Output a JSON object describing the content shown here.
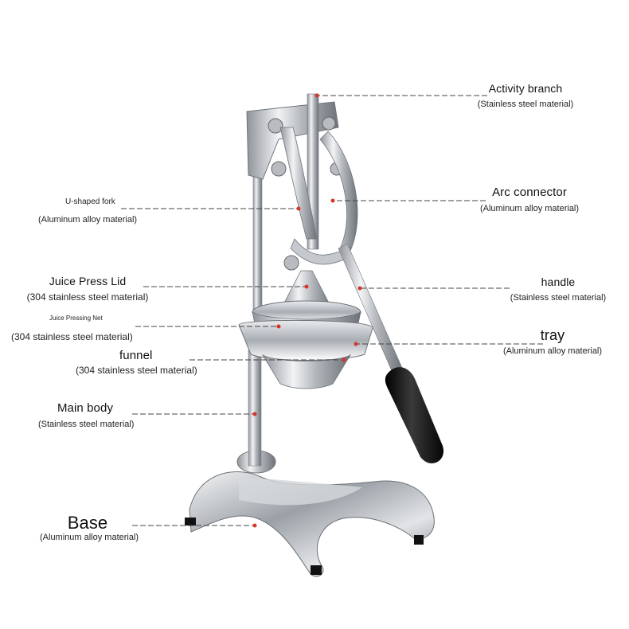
{
  "parts": [
    {
      "id": "activity-branch",
      "name": "Activity branch",
      "material": "(Stainless steel material)"
    },
    {
      "id": "u-shaped-fork",
      "name": "U-shaped fork",
      "material": "(Aluminum alloy material)"
    },
    {
      "id": "arc-connector",
      "name": "Arc connector",
      "material": "(Aluminum alloy material)"
    },
    {
      "id": "juice-press-lid",
      "name": "Juice Press Lid",
      "material": "(304 stainless steel material)"
    },
    {
      "id": "handle",
      "name": "handle",
      "material": "(Stainless steel material)"
    },
    {
      "id": "juice-pressing-net",
      "name": "Juice Pressing Net",
      "material": "(304 stainless steel material)"
    },
    {
      "id": "tray",
      "name": "tray",
      "material": "(Aluminum alloy material)"
    },
    {
      "id": "funnel",
      "name": "funnel",
      "material": "(304 stainless steel material)"
    },
    {
      "id": "main-body",
      "name": "Main body",
      "material": "(Stainless steel material)"
    },
    {
      "id": "base",
      "name": "Base",
      "material": "(Aluminum alloy material)"
    }
  ],
  "colors": {
    "pointer": "#d9342b",
    "metal": "#c9ccd0",
    "rubber": "#111111"
  }
}
